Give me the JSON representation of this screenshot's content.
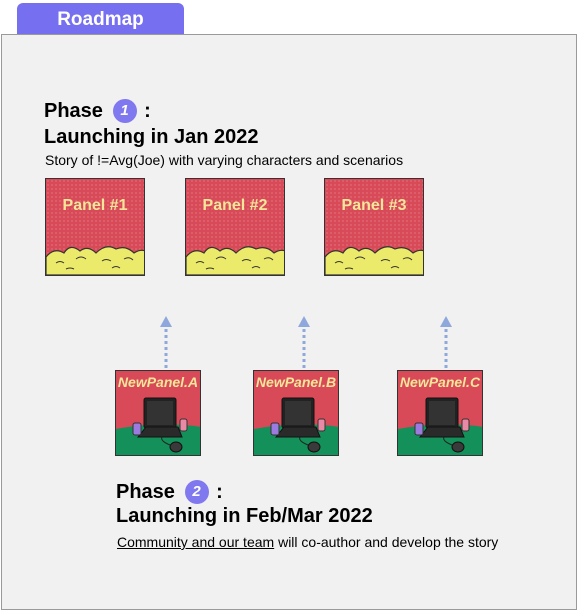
{
  "tab": {
    "label": "Roadmap"
  },
  "phase1": {
    "word": "Phase",
    "number": "1",
    "colon": ":",
    "title": "Launching in Jan 2022",
    "description": "Story of !=Avg(Joe) with varying characters and scenarios"
  },
  "panels": [
    {
      "label": "Panel #1"
    },
    {
      "label": "Panel #2"
    },
    {
      "label": "Panel #3"
    }
  ],
  "new_panels": [
    {
      "label": "NewPanel.A"
    },
    {
      "label": "NewPanel.B"
    },
    {
      "label": "NewPanel.C"
    }
  ],
  "phase2": {
    "word": "Phase",
    "number": "2",
    "colon": ":",
    "title": "Launching in Feb/Mar 2022",
    "description_link": "Community and our team",
    "description_rest": " will co-author and develop the story"
  },
  "colors": {
    "accent": "#7670f0",
    "panel_red": "#d84a58",
    "panel_label": "#f5e69a",
    "arrow": "#8fa8dc",
    "grass": "#14915a"
  }
}
